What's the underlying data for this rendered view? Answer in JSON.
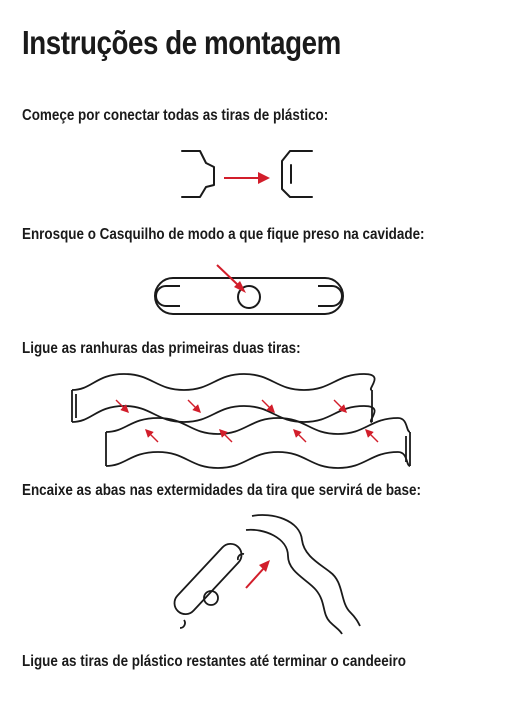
{
  "title": "Instruções de montagem",
  "steps": [
    "Começe por conectar todas as tiras de plástico:",
    "Enrosque o Casquilho de modo a que fique preso na cavidade:",
    "Ligue as ranhuras das primeiras duas tiras:",
    "Encaixe as abas nas extermidades da tira que servirá de base:",
    "Ligue as tiras de plástico restantes até terminar o candeeiro"
  ],
  "colors": {
    "ink": "#1a1a1a",
    "arrow": "#d21e2b"
  }
}
